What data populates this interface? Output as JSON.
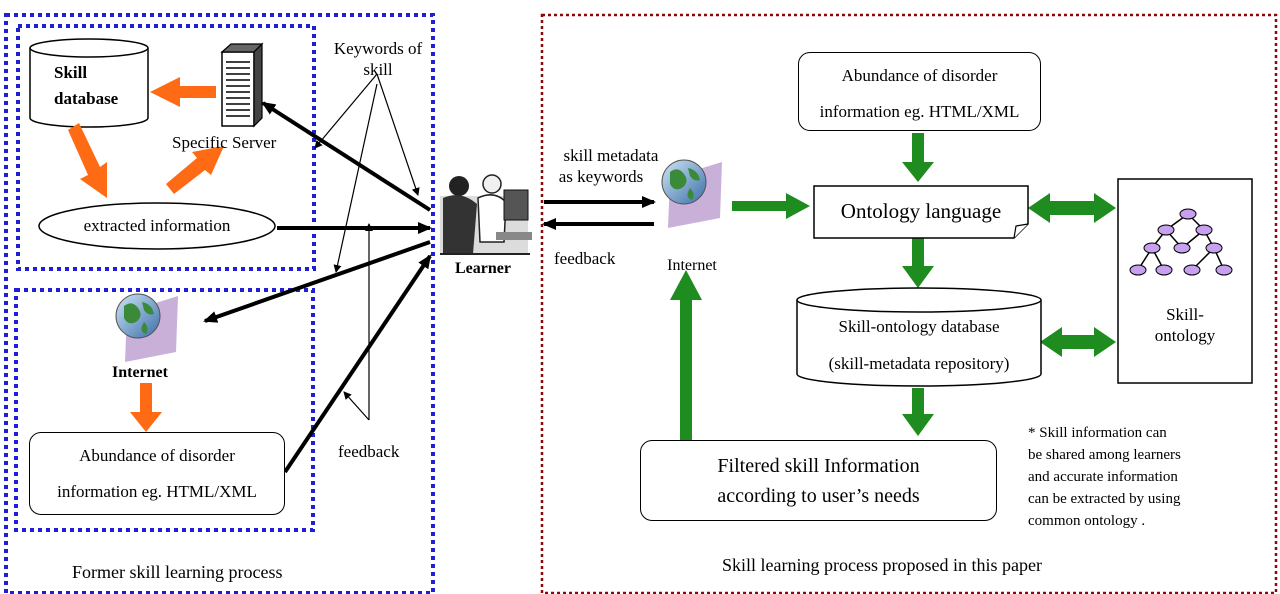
{
  "left": {
    "caption": "Former skill learning process",
    "skill_database": "Skill database",
    "specific_server": "Specific Server",
    "keywords": "Keywords of skill",
    "extracted": "extracted information",
    "internet": "Internet",
    "abundance_line1": "Abundance of disorder",
    "abundance_line2": "information eg. HTML/XML",
    "feedback": "feedback"
  },
  "learner": "Learner",
  "right": {
    "caption": "Skill learning process proposed in this paper",
    "skill_metadata": "skill metadata",
    "as_keywords": "as keywords",
    "feedback": "feedback",
    "internet": "Internet",
    "abundance_line1": "Abundance of disorder",
    "abundance_line2": "information eg. HTML/XML",
    "ontology_language": "Ontology language",
    "skill_ontology_db": "Skill-ontology database",
    "repository": "(skill-metadata repository)",
    "filtered_line1": "Filtered skill Information",
    "filtered_line2": "according to user’s needs",
    "skill_ontology_line1": "Skill-",
    "skill_ontology_line2": "ontology",
    "note": [
      "* Skill information can",
      "be shared among learners",
      "and accurate information",
      "can be extracted by using",
      "common ontology ."
    ]
  },
  "colors": {
    "blue_dotted": "#1f1fd6",
    "red_dotted": "#8a0a0a",
    "orange_arrow": "#ff6a14",
    "green_arrow": "#1e8c1e",
    "tree_node": "#c8a0f0"
  }
}
